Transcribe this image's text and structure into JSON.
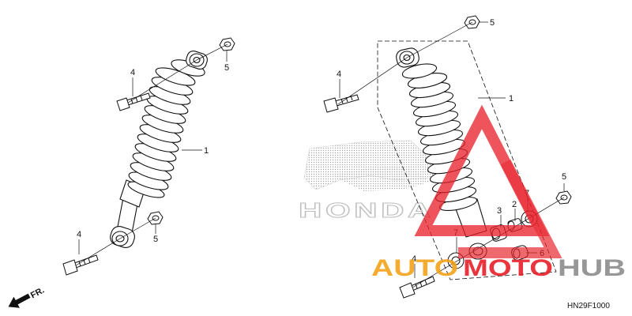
{
  "callouts": {
    "left_shock": "1",
    "left_bolt_top": "4",
    "left_nut_top": "5",
    "left_bolt_bottom": "4",
    "left_nut_bottom": "5",
    "right_shock": "1",
    "right_bolt_top": "4",
    "right_nut_top": "5",
    "right_nut_mid": "5",
    "right_bolt_bottom": "4",
    "collar": "2",
    "bushing": "3",
    "seal_lower": "6",
    "dust_seal_upper": "7",
    "dust_seal_lower": "7"
  },
  "watermark": {
    "brand": "HONDA",
    "left": "AUTO",
    "middle": "MOTO",
    "right": "HUB"
  },
  "direction_label": "FR.",
  "diagram_code": "HN29F1000",
  "colors": {
    "line": "#111111",
    "watermark_red": "#e8202a",
    "watermark_orange": "#f5a31a",
    "watermark_gray": "#8c8c8c",
    "honda_gray": "#bdbdbd"
  }
}
